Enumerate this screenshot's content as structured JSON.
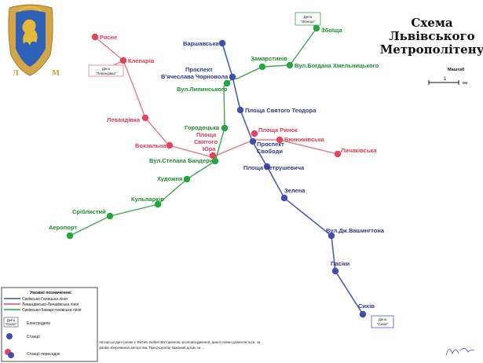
{
  "title_lines": [
    "Схема",
    "Львівського",
    "Метрополітену"
  ],
  "scale": {
    "label": "Маштаб",
    "value": "1",
    "unit": "км"
  },
  "emblem": {
    "left_letter": "Л",
    "right_letter": "М"
  },
  "colors": {
    "blue": "#3e4fb0",
    "red": "#e2445c",
    "green": "#22a83a",
    "red_line": "#e07a88",
    "green_line": "#3fa654",
    "blue_line": "#4a5cc4"
  },
  "stations": [
    {
      "id": "varshavska",
      "label": "Варшавська",
      "line": "blue"
    },
    {
      "id": "prospekt_chornovola",
      "label": "Проспект\nВ'ячеслава Чорновола",
      "line": "blue"
    },
    {
      "id": "ploshcha_teodora",
      "label": "Площа Святого Теодора",
      "line": "blue"
    },
    {
      "id": "prospekt_svobody",
      "label": "Проспект\nСвободи",
      "line": "blue"
    },
    {
      "id": "ploshcha_petrushevycha",
      "label": "Площа Петрушевича",
      "line": "blue"
    },
    {
      "id": "zelena",
      "label": "Зелена",
      "line": "blue"
    },
    {
      "id": "vashingtona",
      "label": "Вул.Дж.Вашингтона",
      "line": "blue"
    },
    {
      "id": "pasiky",
      "label": "Пасіки",
      "line": "blue"
    },
    {
      "id": "sykhiv",
      "label": "Сихів",
      "line": "blue"
    },
    {
      "id": "riasne",
      "label": "Рясне",
      "line": "red"
    },
    {
      "id": "klepariv",
      "label": "Клепарів",
      "line": "red"
    },
    {
      "id": "levandivka",
      "label": "Левандівка",
      "line": "red"
    },
    {
      "id": "vokzalna",
      "label": "Вокзальна",
      "line": "red"
    },
    {
      "id": "ploshcha_yura",
      "label": "Площа\nСвятого\nЮра",
      "line": "red"
    },
    {
      "id": "ploshcha_rynok",
      "label": "Площа Ринок",
      "line": "red"
    },
    {
      "id": "vynnykivska",
      "label": "Винниківська",
      "line": "red"
    },
    {
      "id": "lychakivska",
      "label": "Личаківська",
      "line": "red"
    },
    {
      "id": "zboishcha",
      "label": "Збоїща",
      "line": "green"
    },
    {
      "id": "khmelnytskoho",
      "label": "Вул.Богдана Хмельницького",
      "line": "green"
    },
    {
      "id": "zamarstyniv",
      "label": "Замарстинів",
      "line": "green"
    },
    {
      "id": "lypynskoho",
      "label": "Вул.Липинського",
      "line": "green"
    },
    {
      "id": "horodotska",
      "label": "Городоцька",
      "line": "green"
    },
    {
      "id": "bandery",
      "label": "Вул.Степана Бандери",
      "line": "green"
    },
    {
      "id": "khudozhnia",
      "label": "Художня",
      "line": "green"
    },
    {
      "id": "kulparkiv",
      "label": "Кульпарків",
      "line": "green"
    },
    {
      "id": "sribliastyi",
      "label": "Сріблястий",
      "line": "green"
    },
    {
      "id": "aeroport",
      "label": "Аеропорт",
      "line": "green"
    }
  ],
  "depots": [
    {
      "id": "depot_levandivka",
      "label": "Депо\n\"Левандівка\""
    },
    {
      "id": "depot_zboishcha",
      "label": "Депо\n\"Збоїща\""
    },
    {
      "id": "depot_sykhiv",
      "label": "Депо\n\"Сихів\""
    }
  ],
  "legend": {
    "heading": "Умовні позначення:",
    "lines": [
      {
        "label": "Сихівсько-Галицька лінія",
        "color": "#3e4fb0"
      },
      {
        "label": "Левандівсько-Личаківська лінія",
        "color": "#e2445c"
      },
      {
        "label": "Сихівсько-Замарстинівська лінія",
        "color": "#22a83a"
      }
    ],
    "depot_label": "Електродепо",
    "depot_box": "Депо\n\"Сихів\"",
    "station_label": "Станції",
    "transfer_label": "Станції пересадок"
  },
  "footnote": "Авторські дані схеми є Фіктив. Бабич Вікторівною, розповсюдження, даної схеми дозволяється, за умови збереження авторства. При розробці бажаний дотик за ...",
  "signature": "В.Бабич"
}
